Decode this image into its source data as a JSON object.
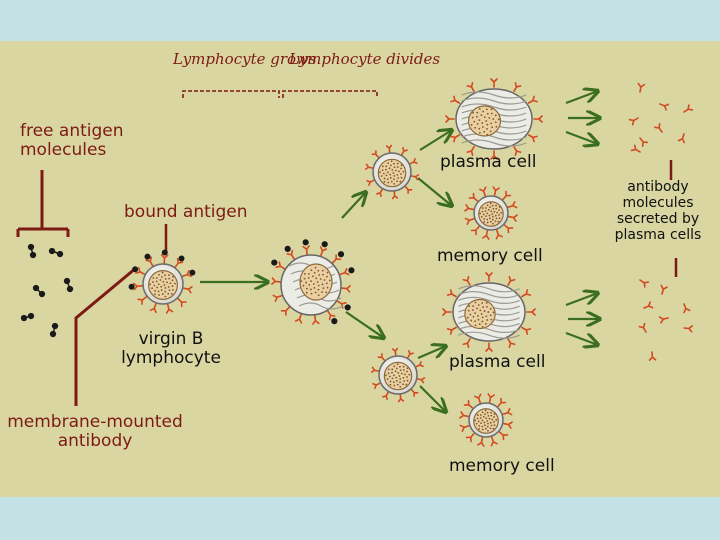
{
  "phases": {
    "grows": "Lymphocyte grows",
    "divides": "Lymphocyte divides"
  },
  "labels": {
    "free_antigen": "free antigen molecules",
    "bound_antigen": "bound antigen",
    "virgin": "virgin B lymphocyte",
    "membrane": "membrane-mounted antibody",
    "plasma_top": "plasma cell",
    "memory_top": "memory cell",
    "plasma_bottom": "plasma cell",
    "memory_bottom": "memory cell",
    "antibody": "antibody molecules secreted by plasma cells"
  },
  "colors": {
    "background": "#c4e1e5",
    "panel": "#d9d6a2",
    "label_red": "#7d1a14",
    "arrow_green": "#3b6e1f",
    "antibody_orange": "#d44a20",
    "antigen": "#1a1a1a"
  }
}
